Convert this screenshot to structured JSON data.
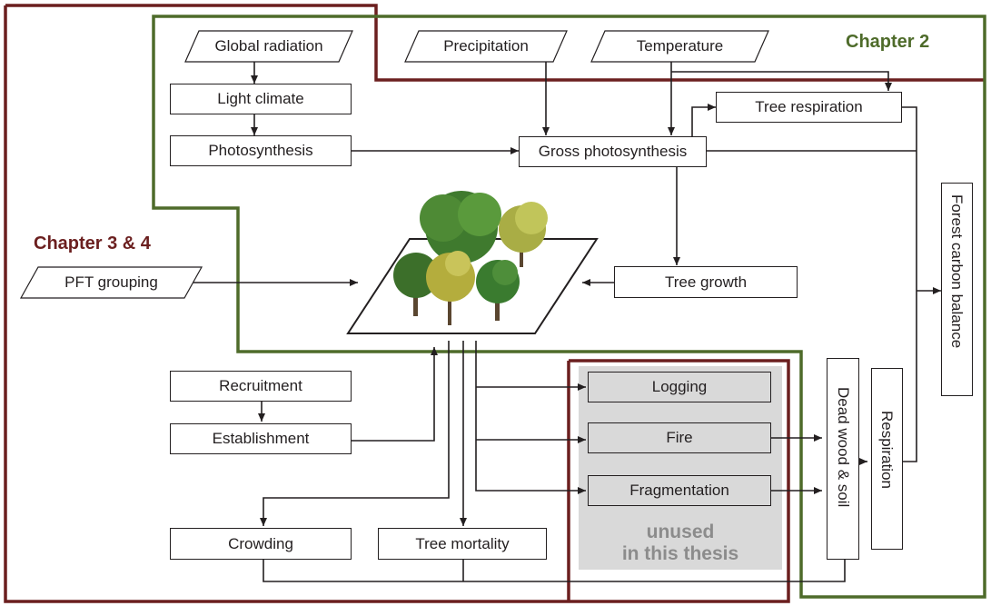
{
  "chapters": {
    "chapter2": {
      "label": "Chapter 2",
      "color": "#4e6b2a"
    },
    "chapter34": {
      "label": "Chapter 3 & 4",
      "color": "#6b1f1f"
    }
  },
  "inputs": {
    "global_radiation": "Global radiation",
    "precipitation": "Precipitation",
    "temperature": "Temperature",
    "pft_grouping": "PFT grouping"
  },
  "processes": {
    "light_climate": "Light climate",
    "photosynthesis": "Photosynthesis",
    "gross_photosynthesis": "Gross photosynthesis",
    "tree_respiration": "Tree respiration",
    "tree_growth": "Tree growth",
    "recruitment": "Recruitment",
    "establishment": "Establishment",
    "crowding": "Crowding",
    "tree_mortality": "Tree mortality",
    "dead_wood_soil": "Dead wood & soil",
    "respiration": "Respiration",
    "forest_carbon_balance": "Forest carbon balance"
  },
  "disturbances": {
    "logging": "Logging",
    "fire": "Fire",
    "fragmentation": "Fragmentation",
    "unused_line1": "unused",
    "unused_line2": "in this thesis"
  },
  "icons": {
    "forest_stand": "forest-stand-icon"
  },
  "colors": {
    "arrow": "#231f20",
    "unused_area": "#d9d9d9",
    "unused_text": "#8c8c8c"
  }
}
